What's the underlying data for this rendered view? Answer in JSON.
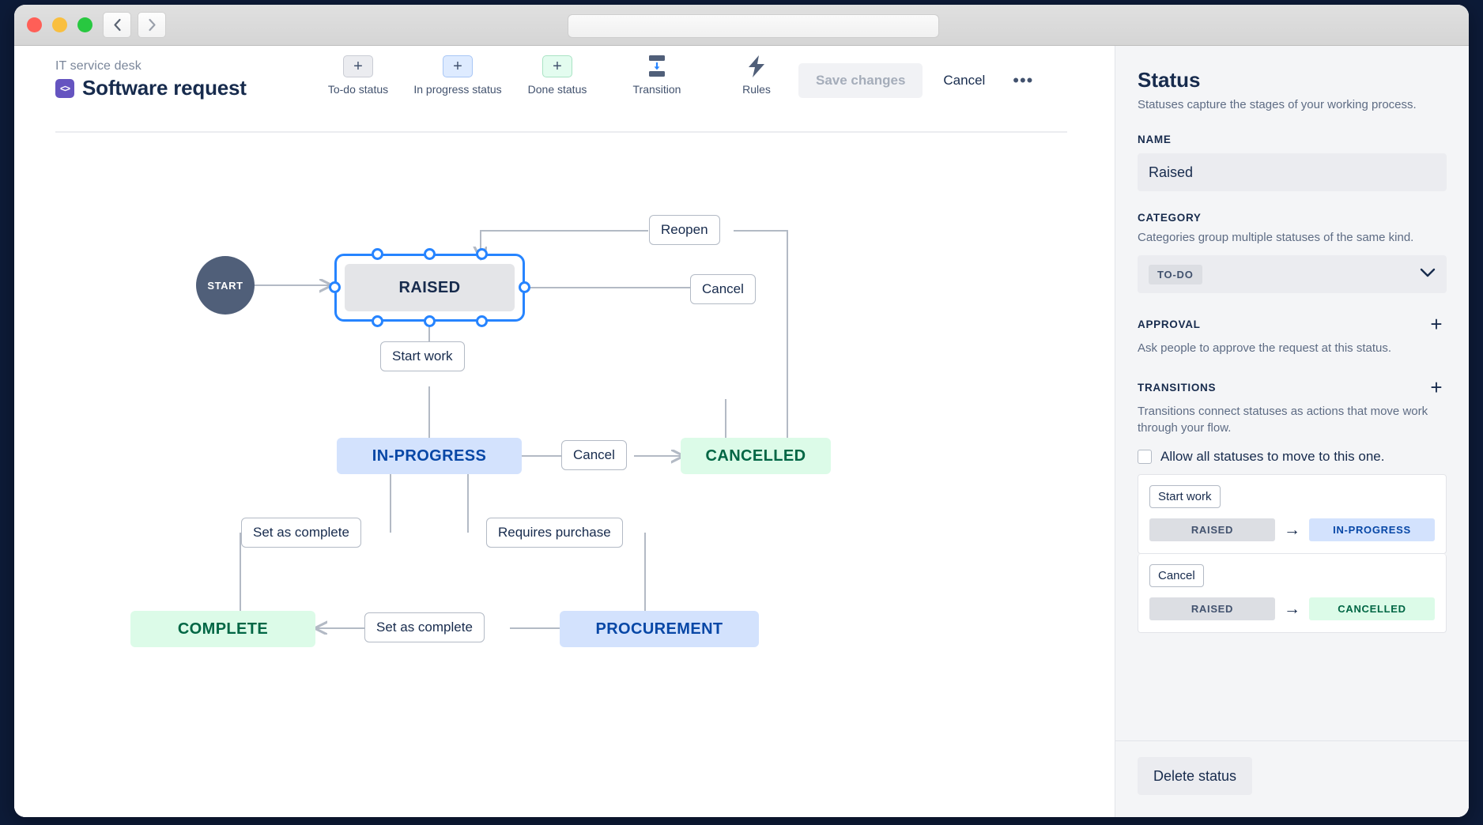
{
  "browser": {
    "traffic_lights": [
      "close",
      "minimize",
      "maximize"
    ],
    "back_icon": "chevron-left-icon",
    "forward_icon": "chevron-right-icon",
    "url_value": "",
    "url_placeholder": ""
  },
  "header": {
    "breadcrumb": "IT service desk",
    "app_icon": "code-brackets-icon",
    "title": "Software request",
    "tools": [
      {
        "label": "To-do status",
        "icon": "plus-icon",
        "variant": "todo"
      },
      {
        "label": "In progress status",
        "icon": "plus-icon",
        "variant": "progress"
      },
      {
        "label": "Done status",
        "icon": "plus-icon",
        "variant": "done"
      },
      {
        "label": "Transition",
        "icon": "transition-icon",
        "variant": "plain"
      },
      {
        "label": "Rules",
        "icon": "lightning-bolt-icon",
        "variant": "plain"
      }
    ],
    "save_label": "Save changes",
    "cancel_label": "Cancel",
    "more_label": "•••"
  },
  "diagram": {
    "start_label": "START",
    "nodes": [
      {
        "id": "raised",
        "label": "RAISED",
        "category": "to-do",
        "selected": true
      },
      {
        "id": "in_progress",
        "label": "IN-PROGRESS",
        "category": "in-progress",
        "selected": false
      },
      {
        "id": "cancelled",
        "label": "CANCELLED",
        "category": "done",
        "selected": false
      },
      {
        "id": "complete",
        "label": "COMPLETE",
        "category": "done",
        "selected": false
      },
      {
        "id": "procurement",
        "label": "PROCUREMENT",
        "category": "in-progress",
        "selected": false
      }
    ],
    "edges": [
      {
        "label": "Reopen",
        "from": "cancelled",
        "to": "raised"
      },
      {
        "label": "Cancel",
        "from": "raised",
        "to": "cancelled"
      },
      {
        "label": "Start work",
        "from": "raised",
        "to": "in_progress"
      },
      {
        "label": "Cancel",
        "from": "in_progress",
        "to": "cancelled"
      },
      {
        "label": "Set as complete",
        "from": "in_progress",
        "to": "complete"
      },
      {
        "label": "Requires purchase",
        "from": "in_progress",
        "to": "procurement"
      },
      {
        "label": "Set as complete",
        "from": "procurement",
        "to": "complete"
      }
    ]
  },
  "panel": {
    "title": "Status",
    "subtitle": "Statuses capture the stages of your working process.",
    "name_label": "NAME",
    "name_value": "Raised",
    "category_label": "CATEGORY",
    "category_desc": "Categories group multiple statuses of the same kind.",
    "category_value": "TO-DO",
    "category_chevron": "chevron-down-icon",
    "approval_label": "APPROVAL",
    "approval_desc": "Ask people to approve the request at this status.",
    "approval_add": "+",
    "transitions_label": "TRANSITIONS",
    "transitions_desc": "Transitions connect statuses as actions that move work through your flow.",
    "transitions_add": "+",
    "allow_all_label": "Allow all statuses to move to this one.",
    "allow_all_checked": false,
    "transitions": [
      {
        "name": "Start work",
        "from": "RAISED",
        "from_style": "grey",
        "arrow": "→",
        "to": "IN-PROGRESS",
        "to_style": "blue"
      },
      {
        "name": "Cancel",
        "from": "RAISED",
        "from_style": "grey",
        "arrow": "→",
        "to": "CANCELLED",
        "to_style": "green"
      }
    ],
    "delete_label": "Delete status"
  },
  "colors": {
    "accent_blue": "#2684ff",
    "todo_bg": "#e4e5e8",
    "progress_bg": "#d3e2fd",
    "progress_text": "#0747a6",
    "done_bg": "#dcfbe8",
    "done_text": "#006644",
    "panel_bg": "#f4f5f7",
    "frame": "#0d1b38",
    "brand_purple": "#6554c0"
  }
}
